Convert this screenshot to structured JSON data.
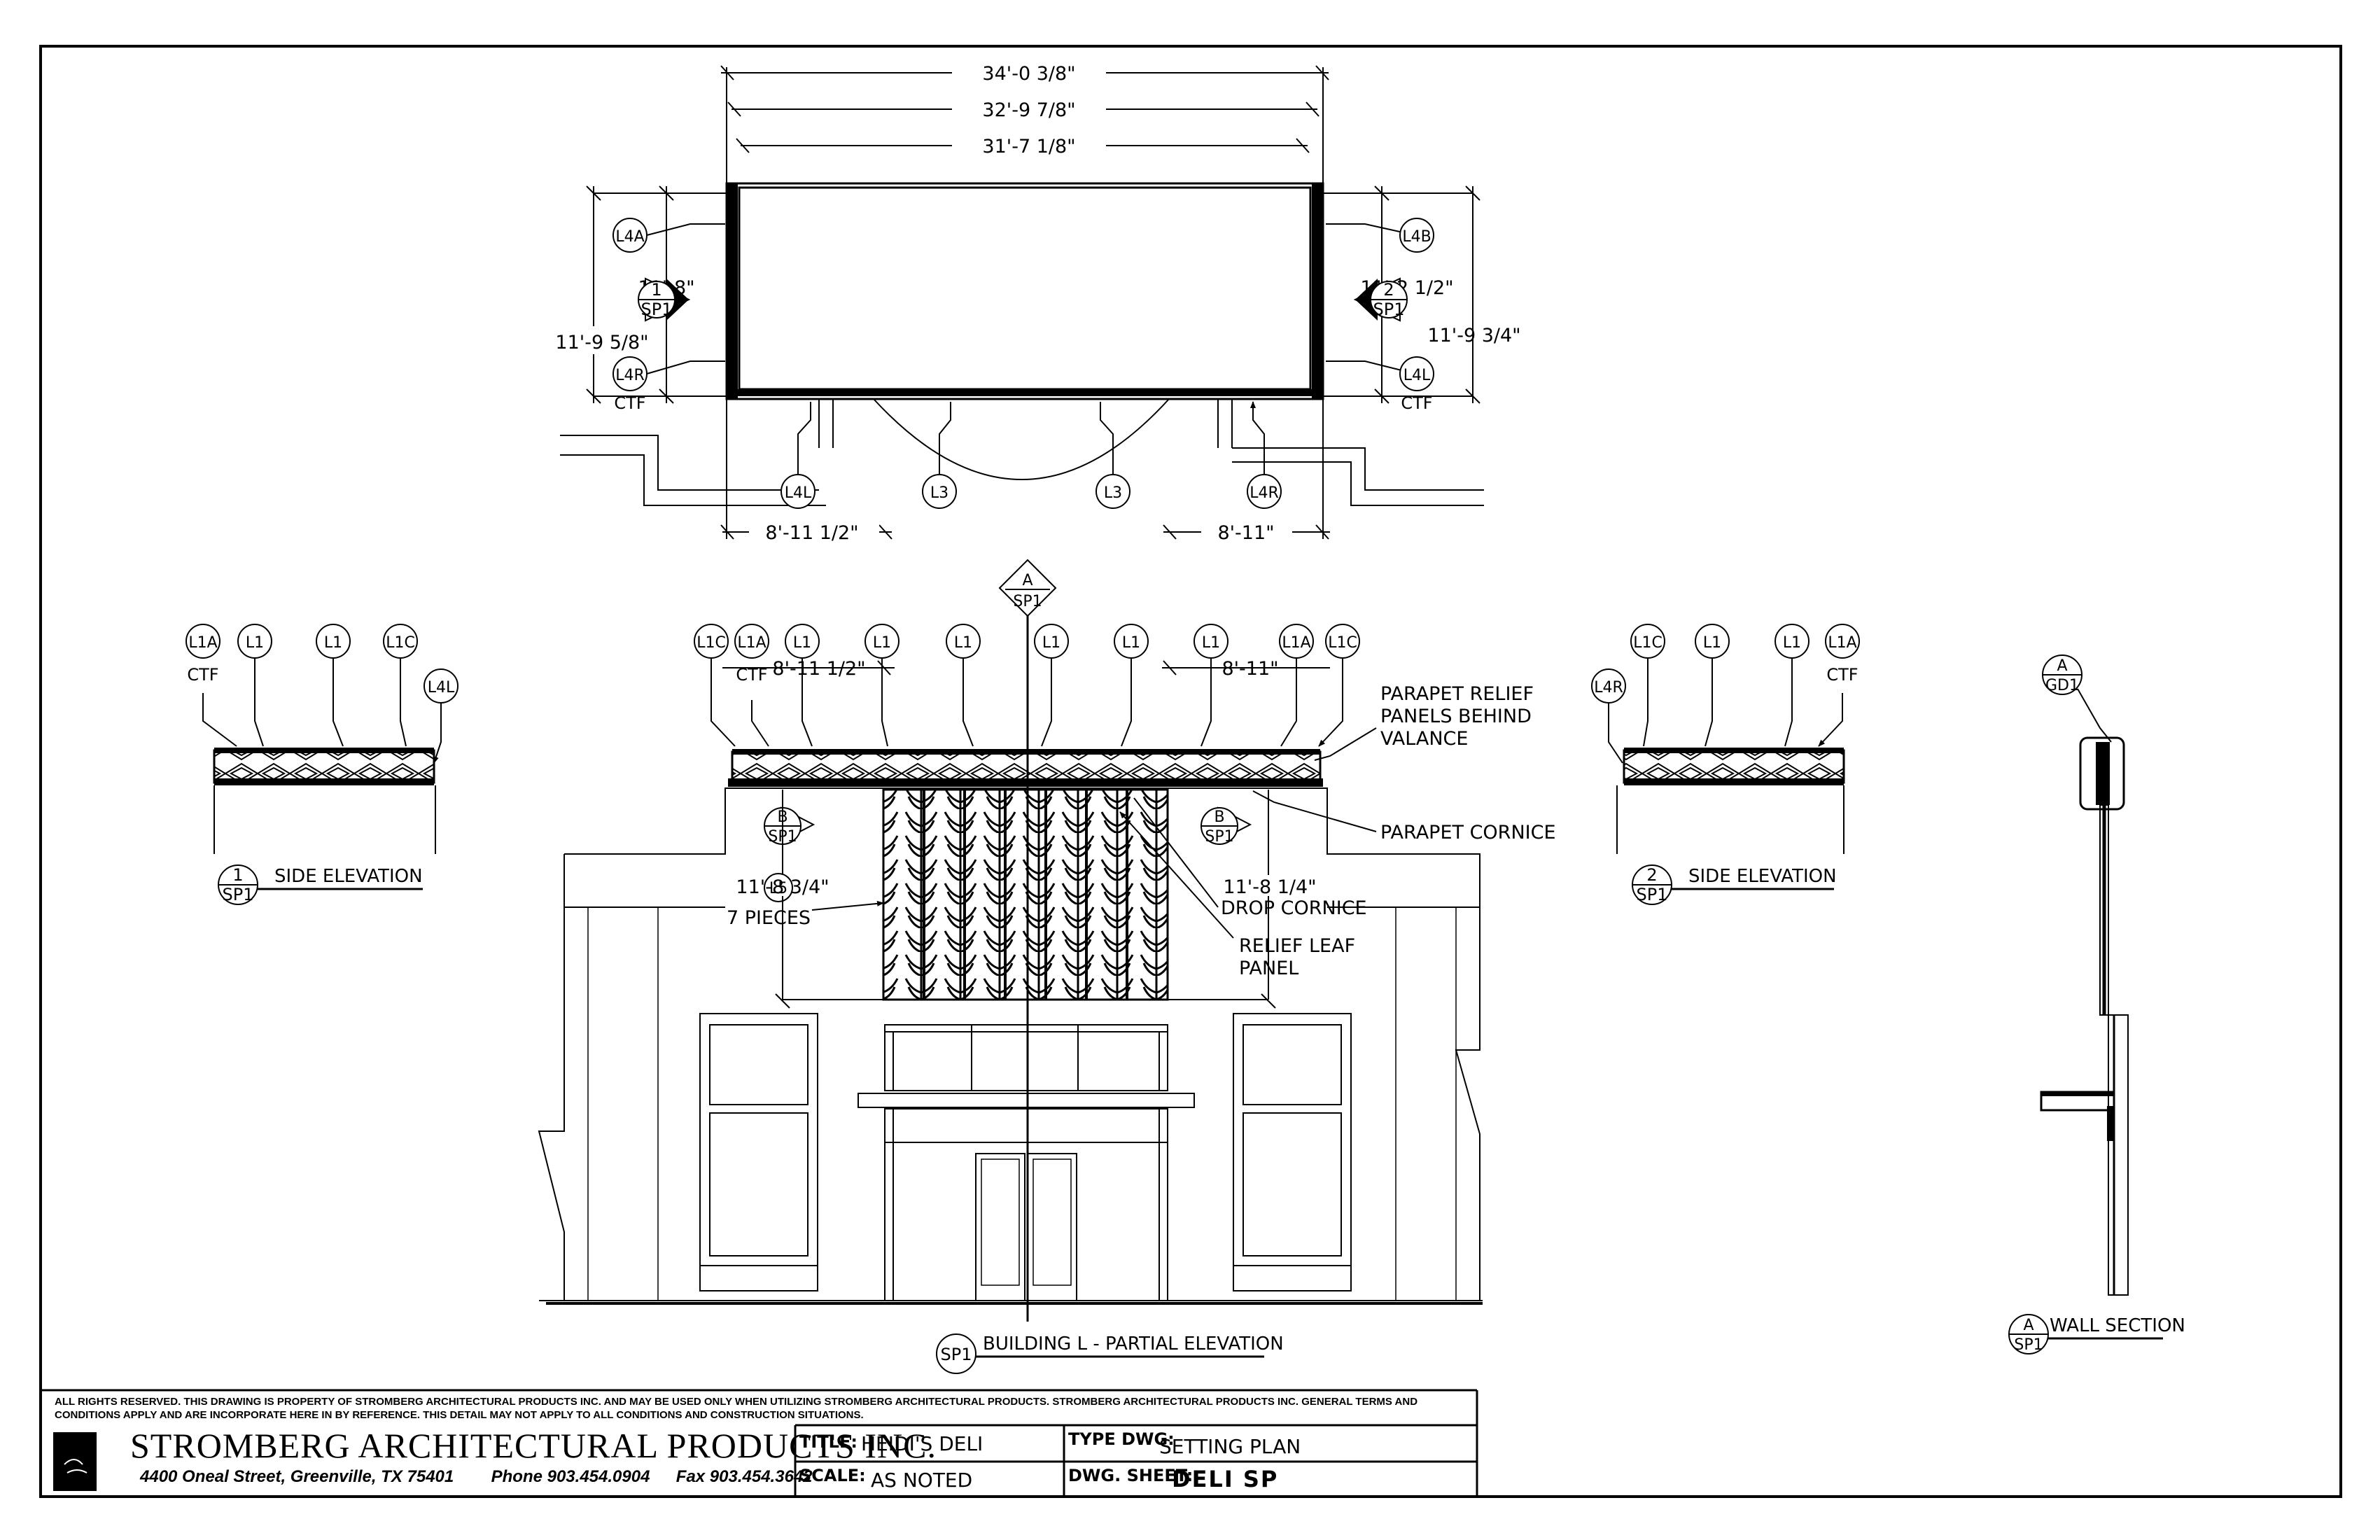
{
  "plan": {
    "dimensions_top": [
      "34'-0 3/8\"",
      "32'-9 7/8\"",
      "31'-7 1/8\""
    ],
    "dimensions_side": [
      "11'-9 5/8\"",
      "11'-9 3/4\""
    ],
    "side_notes_left": [
      "11'-8\""
    ],
    "side_notes_right": [
      "11'-2 1/2\""
    ],
    "dimensions_bottom": [
      "8'-11 1/2\"",
      "8'-11\""
    ],
    "tags": [
      "L4A",
      "L4R",
      "L4B",
      "L4L",
      "L4L",
      "L3",
      "L3",
      "L4R"
    ],
    "ctf": "CTF",
    "section_marks": [
      {
        "num": "1",
        "sheet": "SP1"
      },
      {
        "num": "2",
        "sheet": "SP1"
      }
    ]
  },
  "side_left": {
    "tags": [
      "L1A",
      "L1",
      "L1",
      "L1C",
      "L4L"
    ],
    "ctf": "CTF",
    "title": "SIDE ELEVATION",
    "mark_num": "1",
    "mark_sheet": "SP1"
  },
  "side_right": {
    "tags": [
      "L4R",
      "L1C",
      "L1",
      "L1",
      "L1A"
    ],
    "ctf": "CTF",
    "title": "SIDE ELEVATION",
    "mark_num": "2",
    "mark_sheet": "SP1"
  },
  "main": {
    "tags": [
      "L1C",
      "L1A",
      "L1",
      "L1",
      "L1",
      "L1",
      "L1",
      "L1",
      "L1A",
      "L1C"
    ],
    "ctf": "CTF",
    "dimension_left": "8'-11 1/2\"",
    "dimension_right": "8'-11\"",
    "section_a": {
      "letter": "A",
      "sheet": "SP1"
    },
    "section_b": {
      "letter": "B",
      "sheet": "SP1"
    },
    "notes": [
      "PARAPET RELIEF",
      "PANELS BEHIND",
      "VALANCE",
      "PARAPET CORNICE",
      "DROP CORNICE",
      "RELIEF LEAF",
      "PANEL"
    ],
    "panel_tag": "L5",
    "panel_dimension": "11'-8 3/4\"",
    "panel_count": "7 PIECES",
    "drop_dimension": "11'-8 1/4\"",
    "title": "BUILDING L - PARTIAL ELEVATION",
    "mark_sheet": "SP1"
  },
  "wall_section": {
    "ref_letter": "A",
    "ref_sheet": "GD1",
    "title": "WALL SECTION",
    "mark_letter": "A",
    "mark_sheet": "SP1"
  },
  "title_block": {
    "notice": "ALL RIGHTS RESERVED. THIS DRAWING IS PROPERTY OF STROMBERG ARCHITECTURAL PRODUCTS INC. AND MAY BE USED ONLY WHEN UTILIZING STROMBERG ARCHITECTURAL PRODUCTS. STROMBERG ARCHITECTURAL PRODUCTS INC. GENERAL TERMS AND CONDITIONS APPLY AND ARE INCORPORATE HERE IN BY REFERENCE. THIS DETAIL MAY NOT APPLY TO ALL CONDITIONS AND CONSTRUCTION SITUATIONS.",
    "company": "STROMBERG ARCHITECTURAL PRODUCTS INC.",
    "address": "4400 Oneal Street, Greenville, TX 75401",
    "phone": "Phone 903.454.0904",
    "fax": "Fax 903.454.3642",
    "title_label": "TITLE:",
    "title_value": "HEIDI'S DELI",
    "type_label": "TYPE DWG:",
    "type_value": "SETTING PLAN",
    "scale_label": "SCALE:",
    "scale_value": "AS NOTED",
    "sheet_label": "DWG. SHEET:",
    "sheet_value": "DELI SP"
  }
}
